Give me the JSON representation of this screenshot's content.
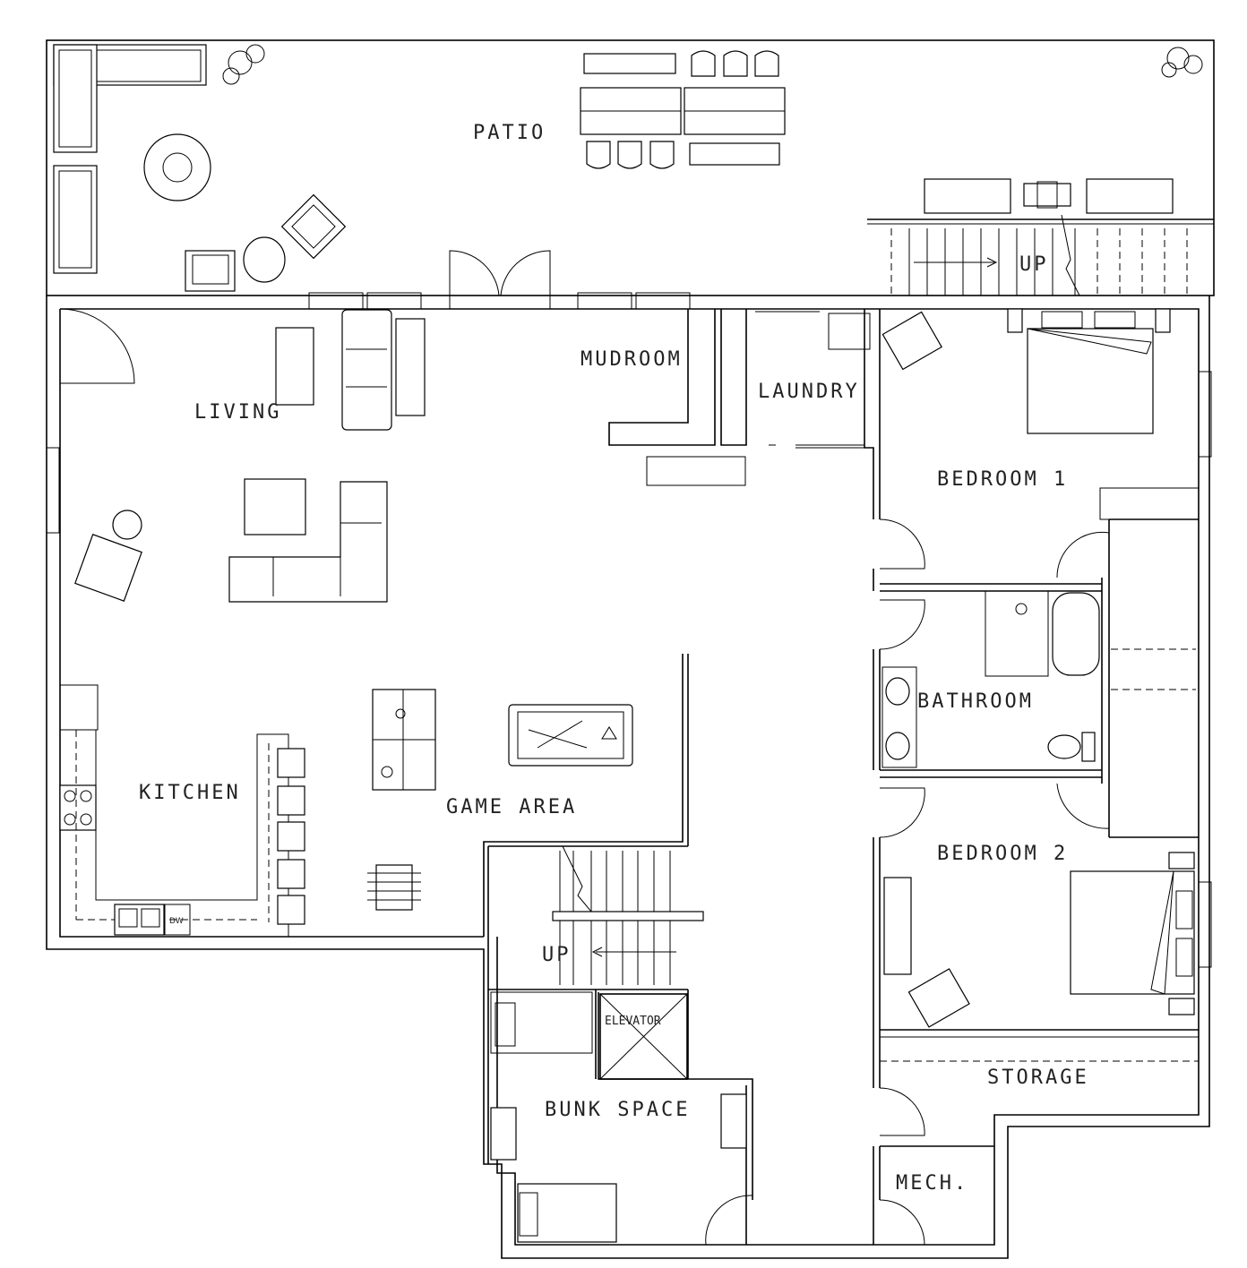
{
  "rooms": {
    "patio": "PATIO",
    "mudroom": "MUDROOM",
    "laundry": "LAUNDRY",
    "living": "LIVING",
    "bedroom1": "BEDROOM 1",
    "bathroom": "BATHROOM",
    "kitchen": "KITCHEN",
    "game_area": "GAME AREA",
    "bedroom2": "BEDROOM 2",
    "storage": "STORAGE",
    "bunk_space": "BUNK SPACE",
    "mech": "MECH."
  },
  "fixtures": {
    "elevator": "ELEVATOR",
    "dishwasher": "DW"
  },
  "stairs": {
    "patio_stair": "UP",
    "interior_stair": "UP"
  }
}
